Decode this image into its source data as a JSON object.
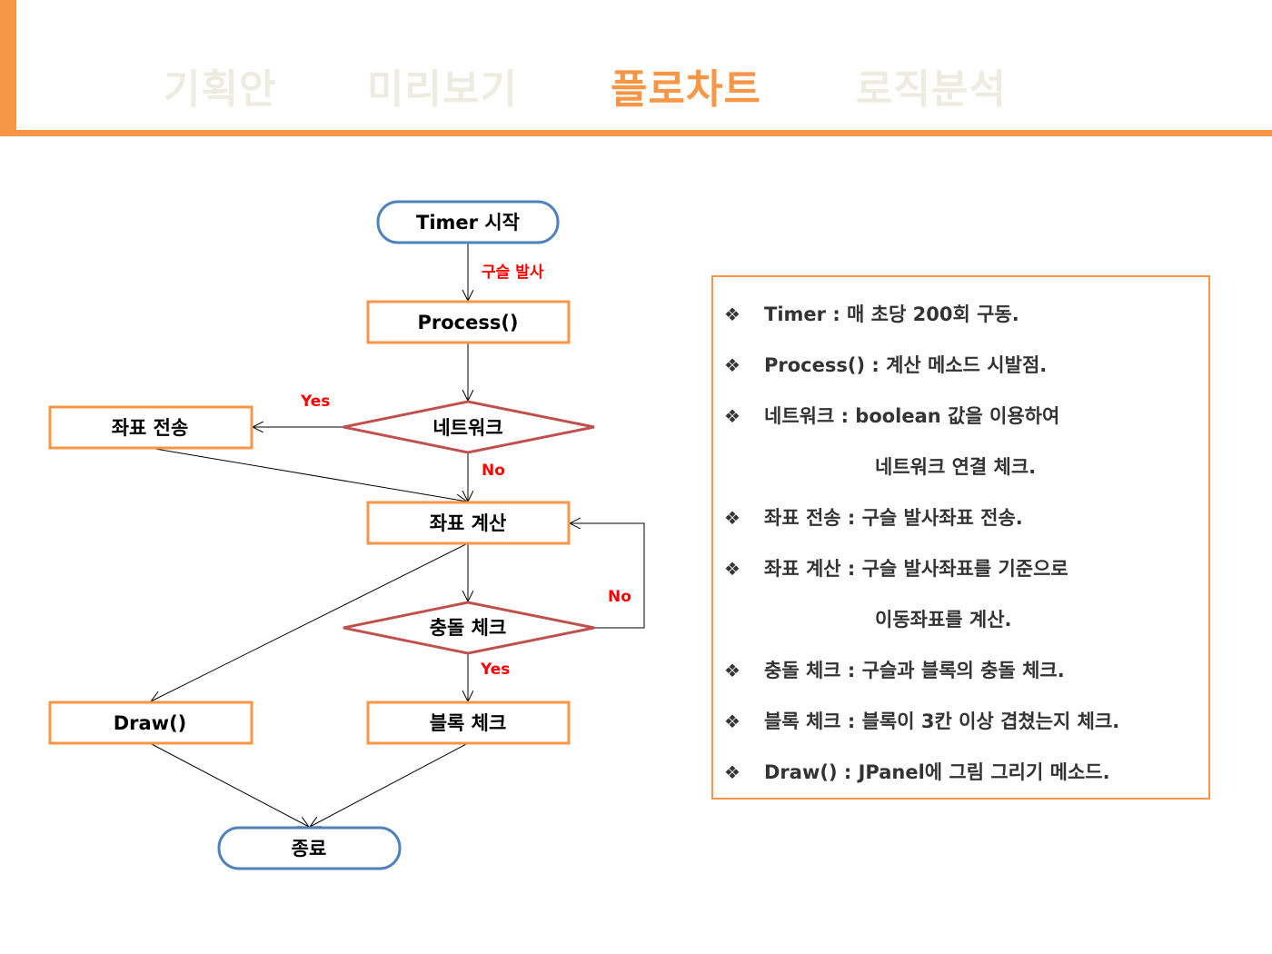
{
  "header": {
    "tabs": [
      {
        "label": "기획안",
        "active": false
      },
      {
        "label": "미리보기",
        "active": false
      },
      {
        "label": "플로차트",
        "active": true
      },
      {
        "label": "로직분석",
        "active": false
      }
    ],
    "accent_color": "#f79646",
    "inactive_color": "#eeebe0"
  },
  "flowchart": {
    "nodes": {
      "start": "Timer 시작",
      "process": "Process()",
      "network": "네트워크",
      "send_coords": "좌표 전송",
      "calc_coords": "좌표 계산",
      "collision": "충돌 체크",
      "draw": "Draw()",
      "block_check": "블록 체크",
      "end": "종료"
    },
    "edge_labels": {
      "fire": "구슬 발사",
      "network_yes": "Yes",
      "network_no": "No",
      "collision_no": "No",
      "collision_yes": "Yes"
    }
  },
  "info": {
    "bullet": "❖",
    "items": [
      {
        "text": "Timer : 매 초당 200회 구동."
      },
      {
        "text": "Process() : 계산 메소드 시발점."
      },
      {
        "text": "네트워크  : boolean 값을 이용하여",
        "cont": "네트워크 연결 체크."
      },
      {
        "text": "좌표 전송 : 구슬 발사좌표 전송."
      },
      {
        "text": "좌표 계산 : 구슬 발사좌표를 기준으로",
        "cont": "이동좌표를 계산."
      },
      {
        "text": "충돌 체크 : 구슬과 블록의 충돌 체크."
      },
      {
        "text": "블록 체크 : 블록이 3칸 이상 겹쳤는지 체크."
      },
      {
        "text": "Draw()  : JPanel에 그림 그리기 메소드."
      }
    ]
  }
}
